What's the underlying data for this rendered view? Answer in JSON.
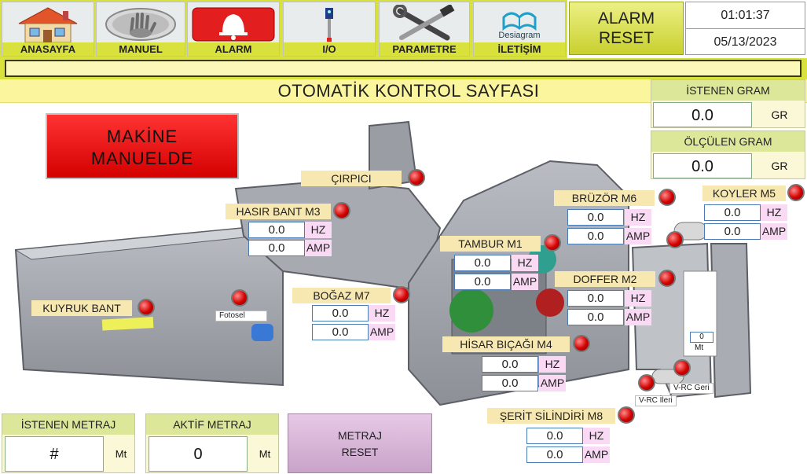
{
  "nav": {
    "items": [
      {
        "label": "ANASAYFA",
        "icon": "home-icon"
      },
      {
        "label": "MANUEL",
        "icon": "hand-icon"
      },
      {
        "label": "ALARM",
        "icon": "alarm-bell-icon"
      },
      {
        "label": "I/O",
        "icon": "sensor-icon"
      },
      {
        "label": "PARAMETRE",
        "icon": "tools-icon"
      },
      {
        "label": "İLETİŞİM",
        "icon": "logo-icon"
      }
    ],
    "logo_text": "Desiagram"
  },
  "alarm_reset": {
    "label": "ALARM\nRESET"
  },
  "clock": {
    "time": "01:01:37",
    "date": "05/13/2023"
  },
  "title": "OTOMATİK KONTROL SAYFASI",
  "makine_status": "MAKİNE\nMANUELDE",
  "gram": {
    "istenen": {
      "label": "İSTENEN GRAM",
      "value": "0.0",
      "unit": "GR"
    },
    "olculen": {
      "label": "ÖLÇÜLEN GRAM",
      "value": "0.0",
      "unit": "GR"
    }
  },
  "units": {
    "hz": "HZ",
    "amp": "AMP"
  },
  "motors": {
    "cirpici": {
      "label": "ÇIRPICI"
    },
    "hasir_bant": {
      "label": "HASIR BANT M3",
      "hz": "0.0",
      "amp": "0.0"
    },
    "bruzor": {
      "label": "BRÜZÖR M6",
      "hz": "0.0",
      "amp": "0.0"
    },
    "koyler": {
      "label": "KOYLER M5",
      "hz": "0.0",
      "amp": "0.0"
    },
    "tambur": {
      "label": "TAMBUR M1",
      "hz": "0.0",
      "amp": "0.0"
    },
    "doffer": {
      "label": "DOFFER M2",
      "hz": "0.0",
      "amp": "0.0"
    },
    "kuyruk_bant": {
      "label": "KUYRUK BANT"
    },
    "bogaz": {
      "label": "BOĞAZ M7",
      "hz": "0.0",
      "amp": "0.0"
    },
    "hisar_bicagi": {
      "label": "HİSAR BIÇAĞI M4",
      "hz": "0.0",
      "amp": "0.0"
    },
    "serit_silindiri": {
      "label": "ŞERİT SİLİNDİRİ M8",
      "hz": "0.0",
      "amp": "0.0"
    }
  },
  "fotosel": {
    "label": "Fotosel"
  },
  "vrc": {
    "geri": "V-RC Geri",
    "ileri": "V-RC İleri"
  },
  "mt_counter": {
    "value": "0",
    "unit": "Mt"
  },
  "metraj": {
    "istenen": {
      "label": "İSTENEN METRAJ",
      "value": "#",
      "unit": "Mt"
    },
    "aktif": {
      "label": "AKTİF METRAJ",
      "value": "0",
      "unit": "Mt"
    },
    "reset_label": "METRAJ\nRESET"
  },
  "colors": {
    "nav_bg": "#d9e23c",
    "title_bg": "#fbf59e",
    "led_red": "#d30000",
    "unit_bg": "#f9d9f4"
  }
}
